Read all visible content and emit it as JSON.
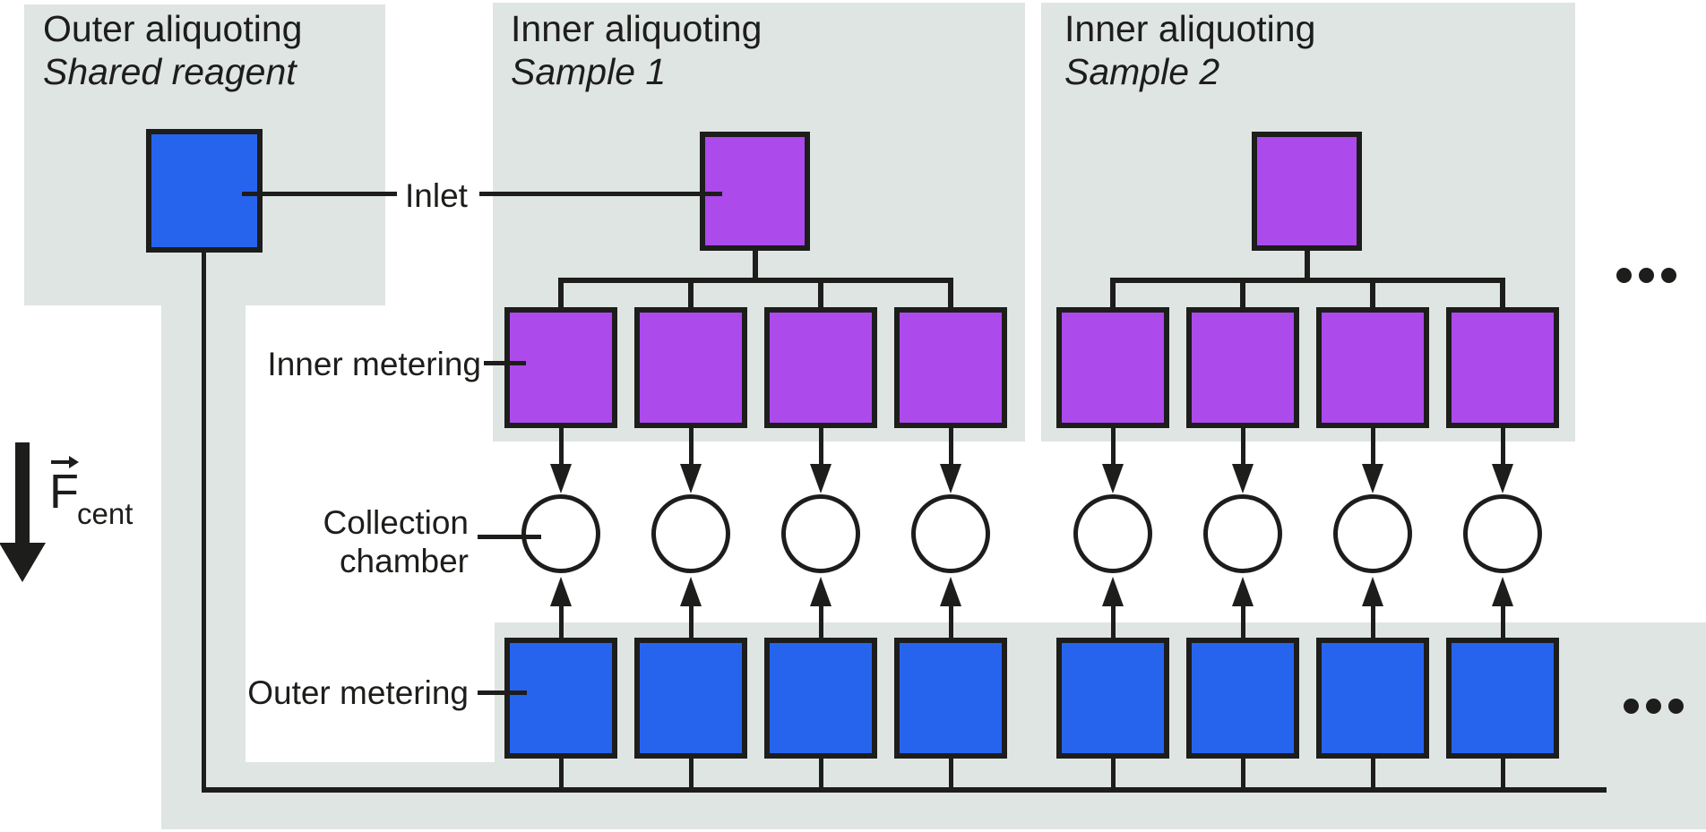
{
  "figure": {
    "panels": {
      "outer": {
        "title": "Outer aliquoting",
        "subtitle": "Shared reagent"
      },
      "sample1": {
        "title": "Inner aliquoting",
        "subtitle": "Sample 1"
      },
      "sample2": {
        "title": "Inner aliquoting",
        "subtitle": "Sample 2"
      }
    },
    "labels": {
      "inlet": "Inlet",
      "inner_metering": "Inner metering",
      "collection_line1": "Collection",
      "collection_line2": "chamber",
      "outer_metering": "Outer metering",
      "force_symbol": "F",
      "force_subscript": "cent"
    },
    "structure": {
      "samples_shown": 2,
      "metering_chambers_per_sample": 4,
      "total_columns": 8,
      "rows": [
        "Inlet",
        "Inner metering",
        "Collection chamber",
        "Outer metering"
      ],
      "ellipsis_dot_count": 3,
      "continuation": "more sample units implied to the right"
    },
    "colors": {
      "panel_gray": "#dfe5e3",
      "inner_purple": "#ac4aec",
      "outer_blue": "#2764ee",
      "line_black": "#1d1d1b",
      "chamber_white": "#ffffff"
    }
  }
}
